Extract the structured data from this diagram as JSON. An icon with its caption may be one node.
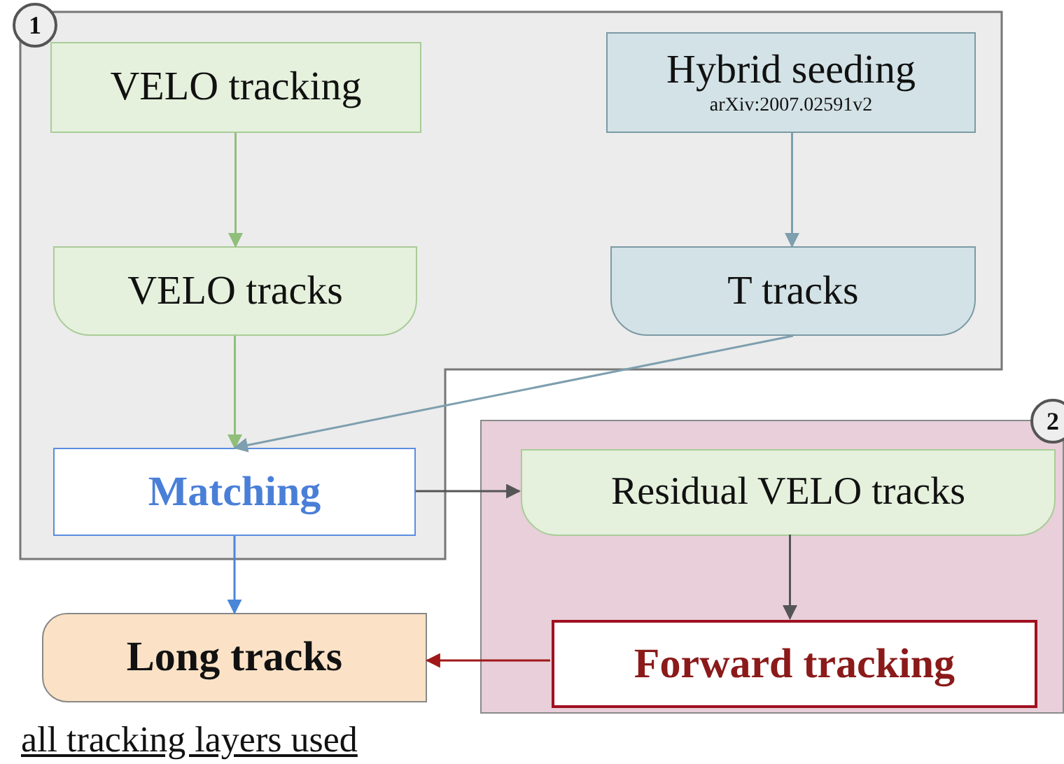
{
  "diagram": {
    "nodes": [
      {
        "text": [
          "1"
        ]
      },
      {
        "text": [
          "VELO tracking"
        ],
        "in": 0
      },
      {
        "text": [
          "Hybrid seeding",
          "arXiv:2007.02591v2"
        ],
        "in": 0
      },
      {
        "text": [
          "VELO tracks"
        ],
        "in": 0
      },
      {
        "text": [
          "T tracks"
        ],
        "in": 0
      },
      {
        "text": [
          "Matching"
        ],
        "in": 0
      },
      {
        "text": [
          "2"
        ]
      },
      {
        "text": [
          "Residual VELO tracks"
        ],
        "in": 6
      },
      {
        "text": [
          "Forward tracking"
        ],
        "in": 6
      },
      {
        "text": [
          "Long tracks"
        ],
        "beside": [
          "all tracking layers used"
        ]
      }
    ],
    "edges": [
      {
        "from": 1,
        "to": 3,
        "arrow": "to",
        "color": "#8fbf7a"
      },
      {
        "from": 2,
        "to": 4,
        "arrow": "to",
        "color": "#7d9fae"
      },
      {
        "from": 3,
        "to": 5,
        "arrow": "to",
        "color": "#8fbf7a"
      },
      {
        "from": 4,
        "to": 5,
        "arrow": "to",
        "color": "#7d9fae"
      },
      {
        "from": 5,
        "to": 9,
        "arrow": "to",
        "color": "#4a86d8"
      },
      {
        "from": 5,
        "to": 7,
        "arrow": "to",
        "color": "#555555"
      },
      {
        "from": 7,
        "to": 8,
        "arrow": "to",
        "color": "#555555"
      },
      {
        "from": 8,
        "to": 9,
        "arrow": "to",
        "color": "#a01818"
      }
    ]
  }
}
